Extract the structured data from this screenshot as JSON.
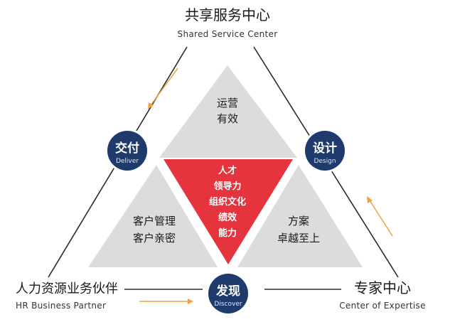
{
  "colors": {
    "navy": "#1f3b6e",
    "red": "#e5343d",
    "gray": "#dcdcdc",
    "arrow": "#f0a040",
    "line": "#2b2b2b"
  },
  "vertices": {
    "top": {
      "cn": "共享服务中心",
      "en": "Shared Service Center"
    },
    "left": {
      "cn": "人力资源业务伙伴",
      "en": "HR Business Partner"
    },
    "right": {
      "cn": "专家中心",
      "en": "Center of Expertise"
    }
  },
  "nodes": {
    "deliver": {
      "cn": "交付",
      "en": "Deliver"
    },
    "design": {
      "cn": "设计",
      "en": "Design"
    },
    "discover": {
      "cn": "发现",
      "en": "Discover"
    }
  },
  "triangles": {
    "top": [
      "运营",
      "有效"
    ],
    "left": [
      "客户管理",
      "客户亲密"
    ],
    "right": [
      "方案",
      "卓越至上"
    ]
  },
  "center": [
    "人才",
    "领导力",
    "组织文化",
    "绩效",
    "能力"
  ]
}
